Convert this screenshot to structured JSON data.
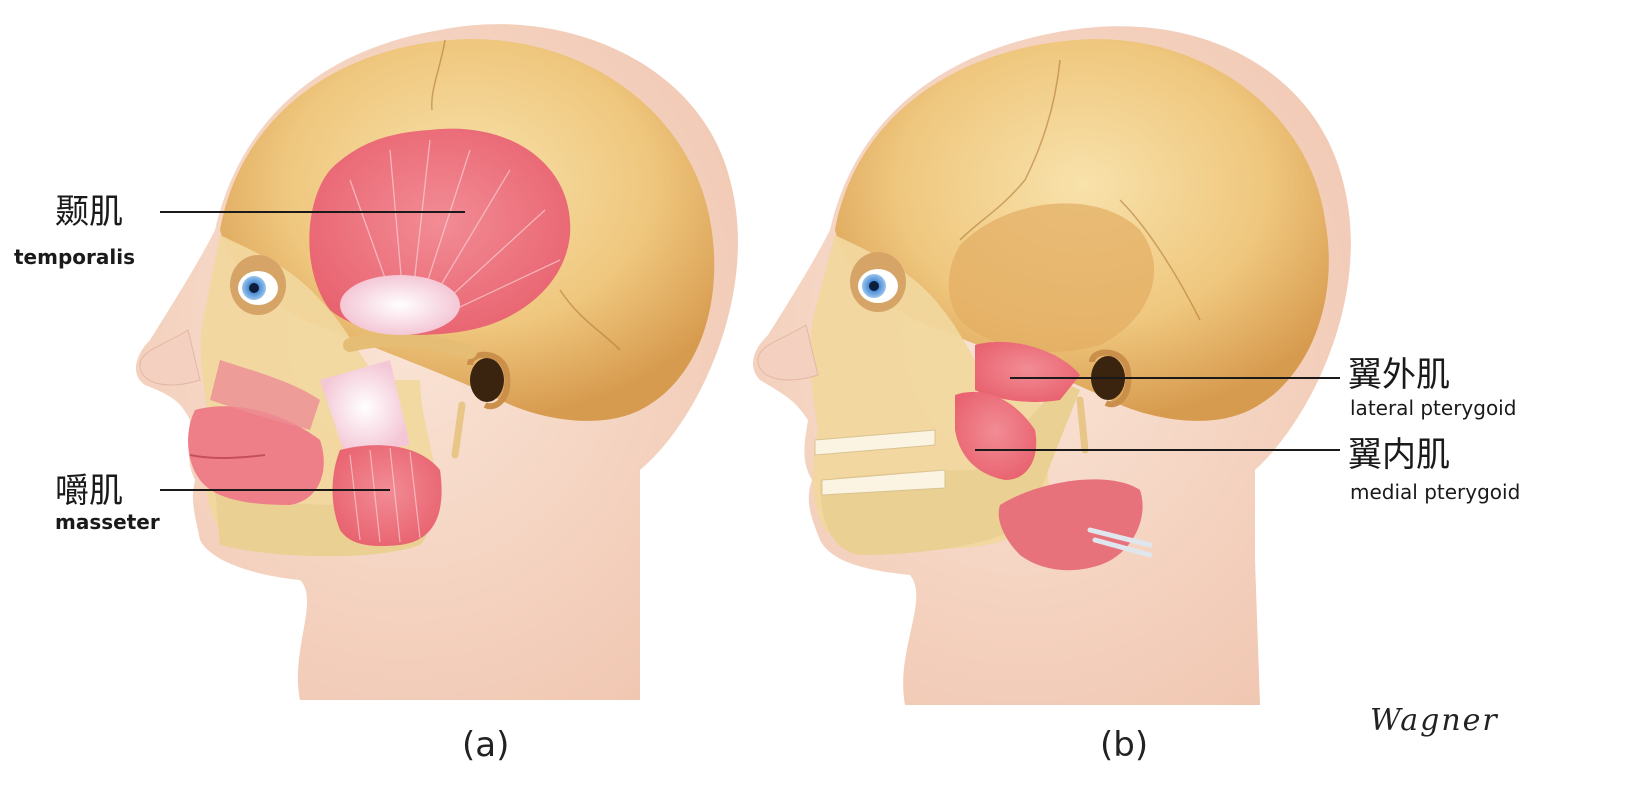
{
  "panel_a": {
    "label": "(a)",
    "callouts": [
      {
        "zh": "颞肌",
        "en": "temporalis"
      },
      {
        "zh": "嚼肌",
        "en": "masseter"
      }
    ]
  },
  "panel_b": {
    "label": "(b)",
    "callouts": [
      {
        "zh": "翼外肌",
        "en": "lateral pterygoid"
      },
      {
        "zh": "翼内肌",
        "en": "medial pterygoid"
      }
    ]
  },
  "signature": "Wagner",
  "colors": {
    "skin": "#f6d6c4",
    "bone": "#ecc47a",
    "muscle": "#ef7a85",
    "tendon": "#fbe8f0",
    "iris": "#4b8fd6"
  }
}
